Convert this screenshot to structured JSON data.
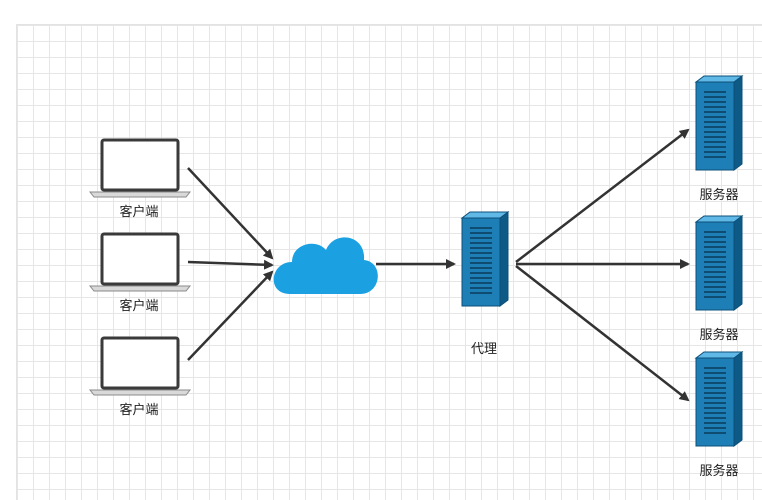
{
  "labels": {
    "client_1": "客户端",
    "client_2": "客户端",
    "client_3": "客户端",
    "proxy": "代理",
    "server_1": "服务器",
    "server_2": "服务器",
    "server_3": "服务器"
  },
  "icons": {
    "client": "laptop-icon",
    "network": "cloud-icon",
    "proxy": "server-rack-icon",
    "server": "server-rack-icon"
  },
  "colors": {
    "cloud": "#1ba1e2",
    "server_front": "#1d7fb5",
    "server_side": "#0e5a86",
    "server_top": "#5fb8e6",
    "arrow": "#333333",
    "laptop_outline": "#3a3a3a"
  }
}
